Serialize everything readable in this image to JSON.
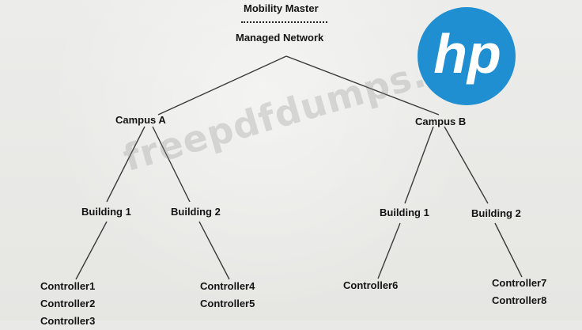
{
  "diagram": {
    "root_title": "Mobility Master",
    "root_subtitle": "Managed Network",
    "campus_a": {
      "label": "Campus A",
      "building_1": "Building 1",
      "building_2": "Building 2",
      "building_1_controllers": [
        "Controller1",
        "Controller2",
        "Controller3"
      ],
      "building_2_controllers": [
        "Controller4",
        "Controller5"
      ]
    },
    "campus_b": {
      "label": "Campus B",
      "building_1": "Building 1",
      "building_2": "Building 2",
      "building_1_controllers": [
        "Controller6"
      ],
      "building_2_controllers": [
        "Controller7",
        "Controller8"
      ]
    }
  },
  "watermark": "freepdfdumps.com",
  "logo": {
    "text": "hp",
    "color": "#1f8fd1"
  },
  "colors": {
    "line": "#3a3a3a",
    "text": "#141414"
  }
}
